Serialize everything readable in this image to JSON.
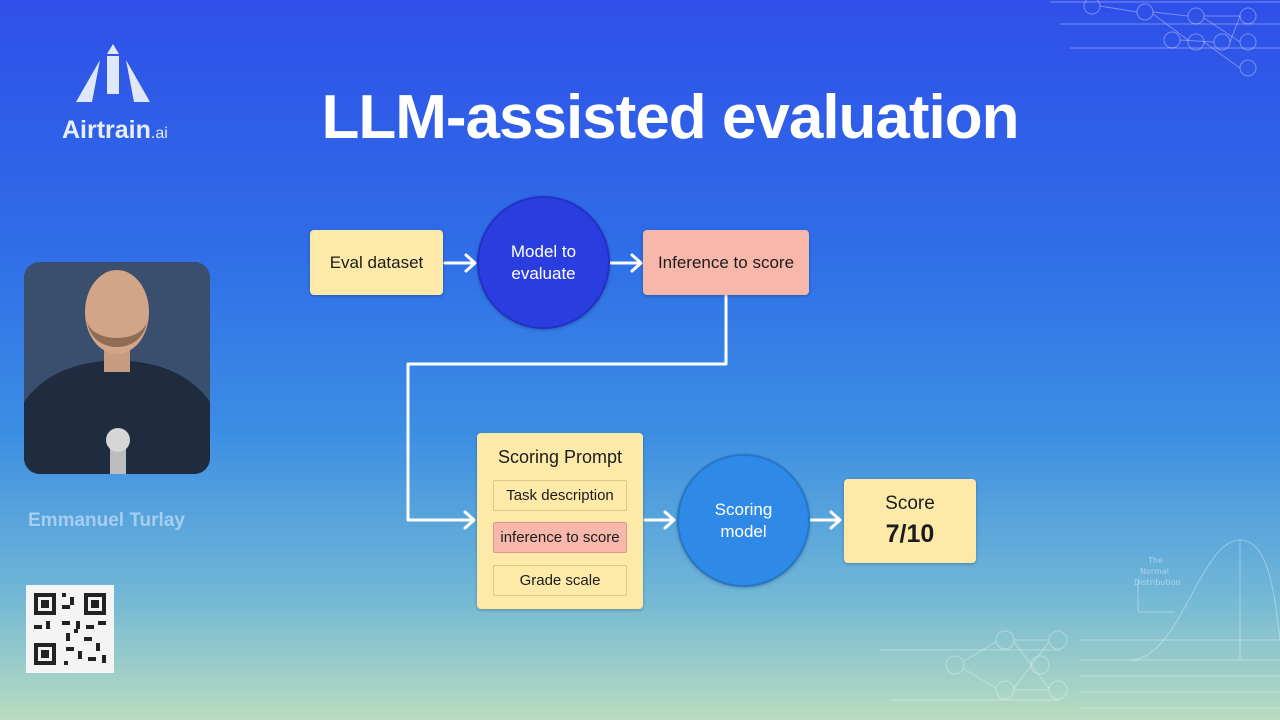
{
  "slide": {
    "title": "LLM-assisted evaluation"
  },
  "logo": {
    "name": "Airtrain",
    "suffix": ".ai"
  },
  "presenter": {
    "name": "Emmanuel Turlay"
  },
  "flow": {
    "eval_dataset": "Eval dataset",
    "model_line1": "Model to",
    "model_line2": "evaluate",
    "inference": "Inference to score",
    "scoring_prompt": {
      "title": "Scoring Prompt",
      "items": [
        "Task description",
        "inference to score",
        "Grade scale"
      ]
    },
    "scoring_model_line1": "Scoring",
    "scoring_model_line2": "model",
    "score_label": "Score",
    "score_value": "7/10"
  },
  "decoration": {
    "normal_distribution_line1": "The",
    "normal_distribution_line2": "Normal",
    "normal_distribution_line3": "Distribution"
  },
  "colors": {
    "box_yellow": "#fdeaa8",
    "box_pink": "#f8b7ab",
    "circle_dark_blue": "#2a3ee0",
    "circle_blue": "#2e8ae6",
    "arrow": "#ffffff"
  }
}
